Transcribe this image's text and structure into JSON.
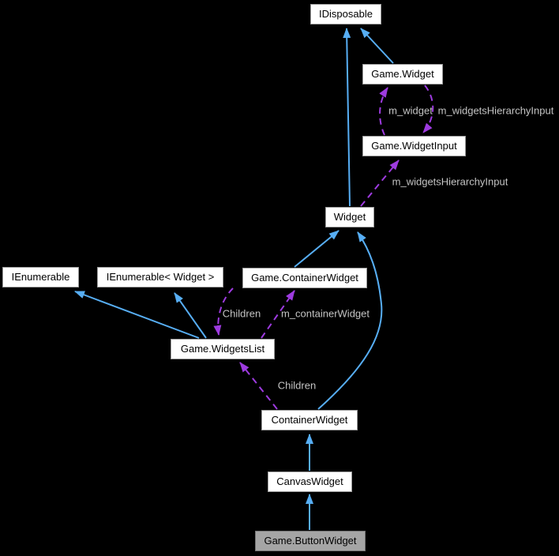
{
  "diagram": {
    "type": "collaboration-graph",
    "background": "#000000",
    "colors": {
      "inheritance_edge": "#57aef4",
      "usage_edge": "#9e3be0",
      "node_fill": "#ffffff",
      "node_border": "#9c9c9c",
      "node_text": "#000000",
      "current_node_fill": "#a5a5a5",
      "current_node_border": "#737373",
      "edge_label_text": "#c4c4c4"
    },
    "nodes": [
      {
        "label": "IDisposable"
      },
      {
        "label": "Game.Widget"
      },
      {
        "label": "Game.WidgetInput"
      },
      {
        "label": "Widget"
      },
      {
        "label": "IEnumerable"
      },
      {
        "label": "IEnumerable< Widget >"
      },
      {
        "label": "Game.ContainerWidget"
      },
      {
        "label": "Game.WidgetsList"
      },
      {
        "label": "ContainerWidget"
      },
      {
        "label": "CanvasWidget"
      },
      {
        "label": "Game.ButtonWidget",
        "current": true
      }
    ],
    "edges": [
      {
        "from": "Widget",
        "to": "IDisposable",
        "kind": "inheritance"
      },
      {
        "from": "Game.Widget",
        "to": "IDisposable",
        "kind": "inheritance"
      },
      {
        "from": "Game.ContainerWidget",
        "to": "Widget",
        "kind": "inheritance"
      },
      {
        "from": "ContainerWidget",
        "to": "Widget",
        "kind": "inheritance"
      },
      {
        "from": "CanvasWidget",
        "to": "ContainerWidget",
        "kind": "inheritance"
      },
      {
        "from": "Game.ButtonWidget",
        "to": "CanvasWidget",
        "kind": "inheritance"
      },
      {
        "from": "Game.WidgetsList",
        "to": "IEnumerable",
        "kind": "inheritance"
      },
      {
        "from": "Game.WidgetsList",
        "to": "IEnumerable< Widget >",
        "kind": "inheritance"
      },
      {
        "from": "Game.WidgetInput",
        "to": "Game.Widget",
        "kind": "usage",
        "label": "m_widget"
      },
      {
        "from": "Game.Widget",
        "to": "Game.WidgetInput",
        "kind": "usage",
        "label": "m_widgetsHierarchyInput"
      },
      {
        "from": "Widget",
        "to": "Game.WidgetInput",
        "kind": "usage",
        "label": "m_widgetsHierarchyInput"
      },
      {
        "from": "Game.ContainerWidget",
        "to": "Game.WidgetsList",
        "kind": "usage",
        "label": "Children"
      },
      {
        "from": "Game.WidgetsList",
        "to": "Game.ContainerWidget",
        "kind": "usage",
        "label": "m_containerWidget"
      },
      {
        "from": "ContainerWidget",
        "to": "Game.WidgetsList",
        "kind": "usage",
        "label": "Children"
      }
    ]
  }
}
